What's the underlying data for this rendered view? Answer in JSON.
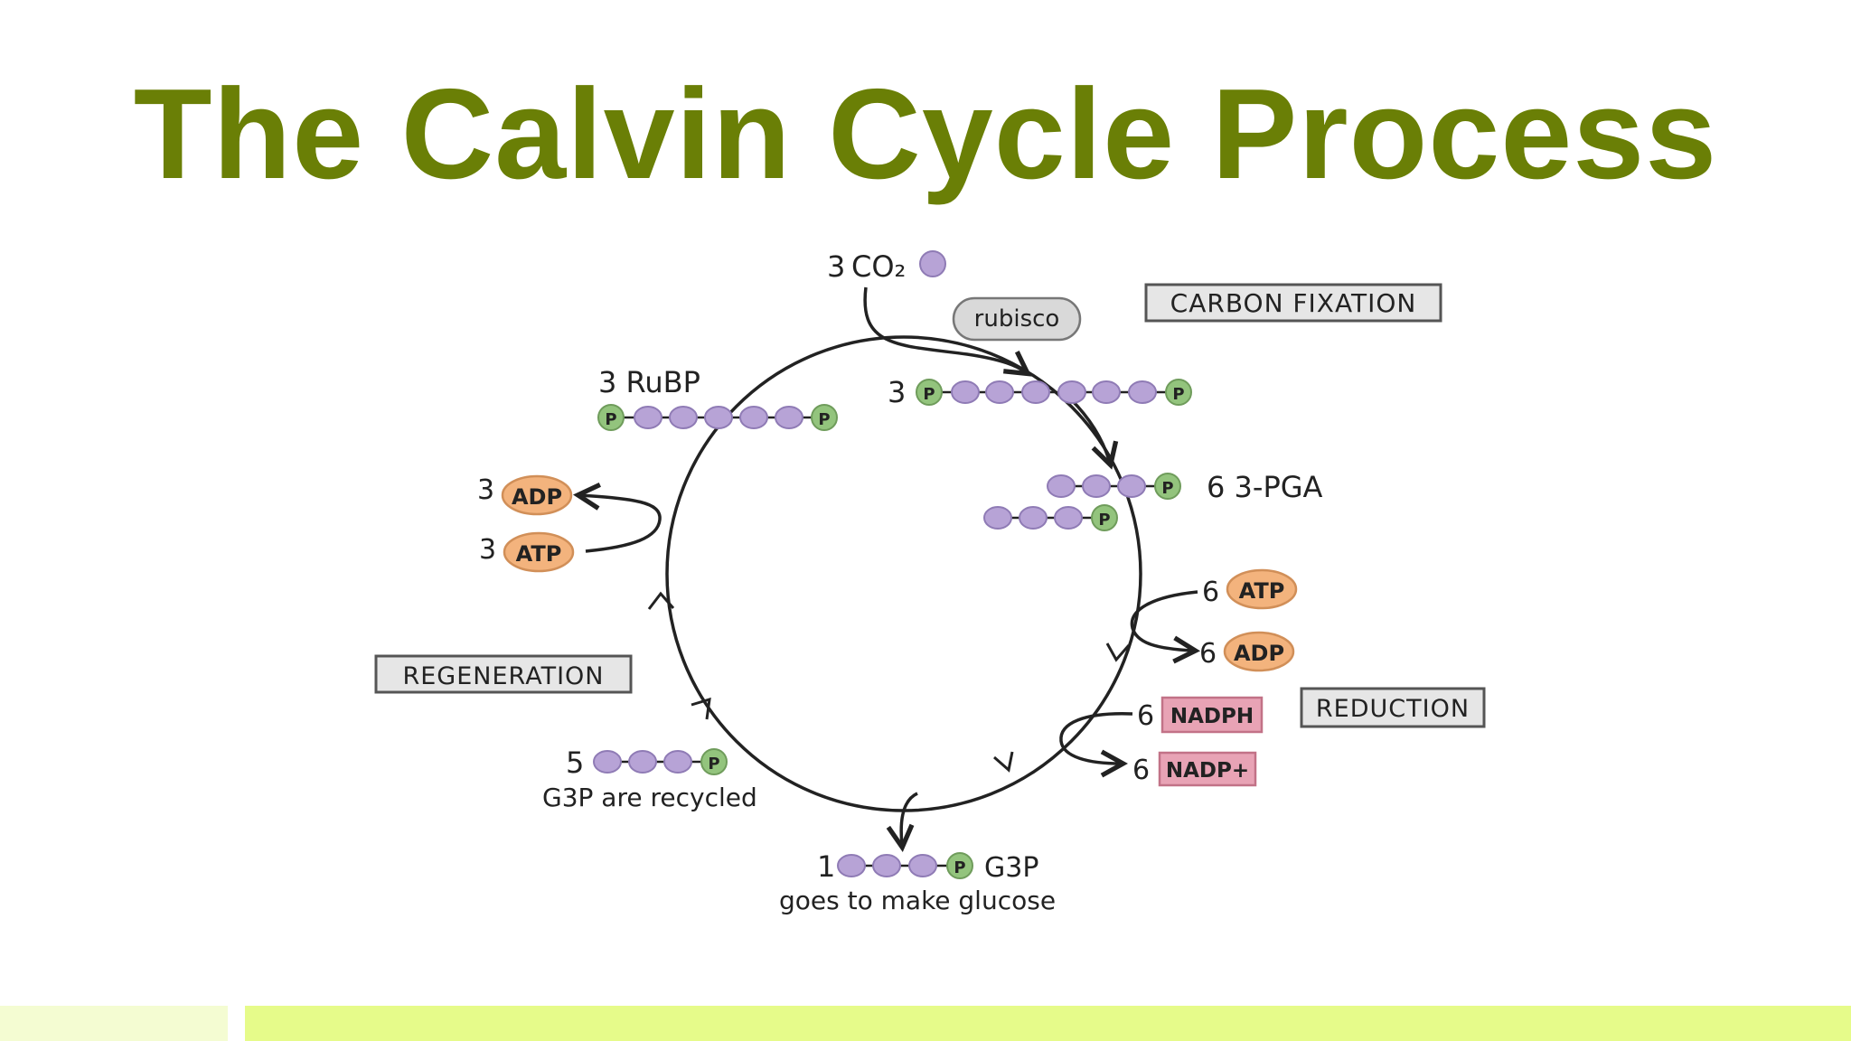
{
  "slide": {
    "title": "The Calvin Cycle Process"
  },
  "diagram": {
    "stages": {
      "carbon_fixation": "CARBON FIXATION",
      "reduction": "REDUCTION",
      "regeneration": "REGENERATION"
    },
    "enzyme": "rubisco",
    "co2": {
      "count": "3",
      "label": "CO₂"
    },
    "rubp": {
      "label": "3 RuBP"
    },
    "six_carbon": {
      "count": "3"
    },
    "pga": {
      "label": "6 3-PGA"
    },
    "reduction_inputs": {
      "atp": {
        "count": "6",
        "label": "ATP"
      },
      "adp": {
        "count": "6",
        "label": "ADP"
      },
      "nadph": {
        "count": "6",
        "label": "NADPH"
      },
      "nadp": {
        "count": "6",
        "label": "NADP+"
      }
    },
    "regeneration_inputs": {
      "adp": {
        "count": "3",
        "label": "ADP"
      },
      "atp": {
        "count": "3",
        "label": "ATP"
      }
    },
    "g3p_recycled": {
      "count": "5",
      "caption": "G3P are recycled"
    },
    "g3p_output": {
      "count": "1",
      "label": "G3P",
      "caption": "goes to make glucose"
    },
    "phosphate_label": "P"
  },
  "colors": {
    "title": "#6a7f06",
    "carbon": "#b7a3d6",
    "phosphate": "#93c47d",
    "energy": "#f3b37d",
    "nadph": "#e8a3b5",
    "stage_box": "#e6e6e6",
    "enzyme_box": "#d9d9d9",
    "footer_light": "#f4fcd2",
    "footer": "#e6fb8a"
  }
}
